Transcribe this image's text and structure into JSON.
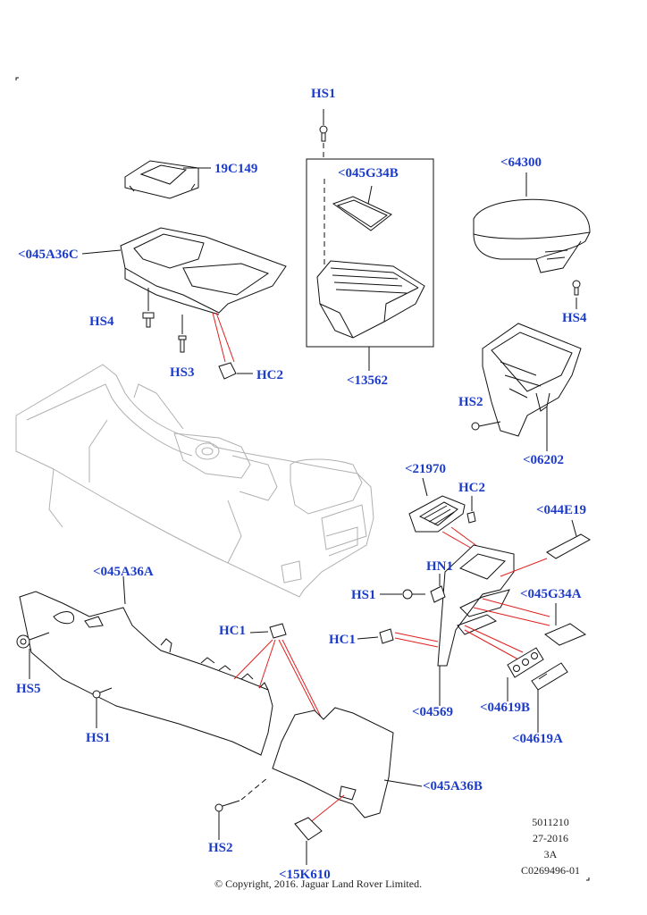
{
  "labels": {
    "hs1_top": "HS1",
    "p19c149": "19C149",
    "p045g34b": "<045G34B",
    "p64300": "<64300",
    "p045a36c": "<045A36C",
    "hs4_left": "HS4",
    "hs4_right": "HS4",
    "hs3": "HS3",
    "hc2_left": "HC2",
    "p13562": "<13562",
    "hs2_right": "HS2",
    "p06202": "<06202",
    "p21970": "<21970",
    "hc2_right": "HC2",
    "p044e19": "<044E19",
    "p045a36a": "<045A36A",
    "hn1": "HN1",
    "hs1_mid": "HS1",
    "p045g34a": "<045G34A",
    "hc1_left": "HC1",
    "hc1_mid": "HC1",
    "hs5": "HS5",
    "p04569": "<04569",
    "p04619b": "<04619B",
    "p04619a": "<04619A",
    "hs1_bottom": "HS1",
    "p045a36b": "<045A36B",
    "hs2_bottom": "HS2",
    "p15k610": "<15K610"
  },
  "meta": {
    "line1": "5011210",
    "line2": "27-2016",
    "line3": "3A",
    "line4": "C0269496-01"
  },
  "copyright": "© Copyright, 2016. Jaguar Land Rover Limited."
}
